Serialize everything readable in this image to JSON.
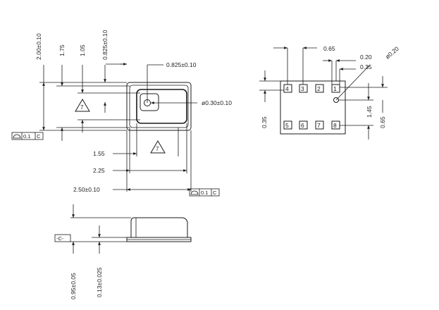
{
  "top_view": {
    "dim_total_height": "2.00±0.10",
    "dim_175": "1.75",
    "dim_105": "1.05",
    "dim_port_offset": "0.825±0.10",
    "dim_port_horizontal": "0.825±0.10",
    "dim_port_diameter": "ø0.30±0.10",
    "dim_155": "1.55",
    "dim_225": "2.25",
    "dim_total_width": "2.50±0.10",
    "note_symbol": "7",
    "tolerance_left": {
      "value": "0.1",
      "datum": "C"
    },
    "tolerance_bottom": {
      "value": "0.1",
      "datum": "C"
    }
  },
  "pad_view": {
    "dim_pitch": "0.65",
    "dim_020": "0.20",
    "dim_035_top": "0.35",
    "dim_pad_diameter": "ø0.20",
    "dim_035_left": "0.35",
    "dim_145": "1.45",
    "dim_065_right": "0.65",
    "pins_top": [
      "4",
      "3",
      "2",
      "1"
    ],
    "pins_bottom": [
      "5",
      "6",
      "7",
      "8"
    ]
  },
  "side_view": {
    "datum_label": "-C-",
    "dim_height": "0.95±0.05",
    "dim_base": "0.13±0.025"
  }
}
